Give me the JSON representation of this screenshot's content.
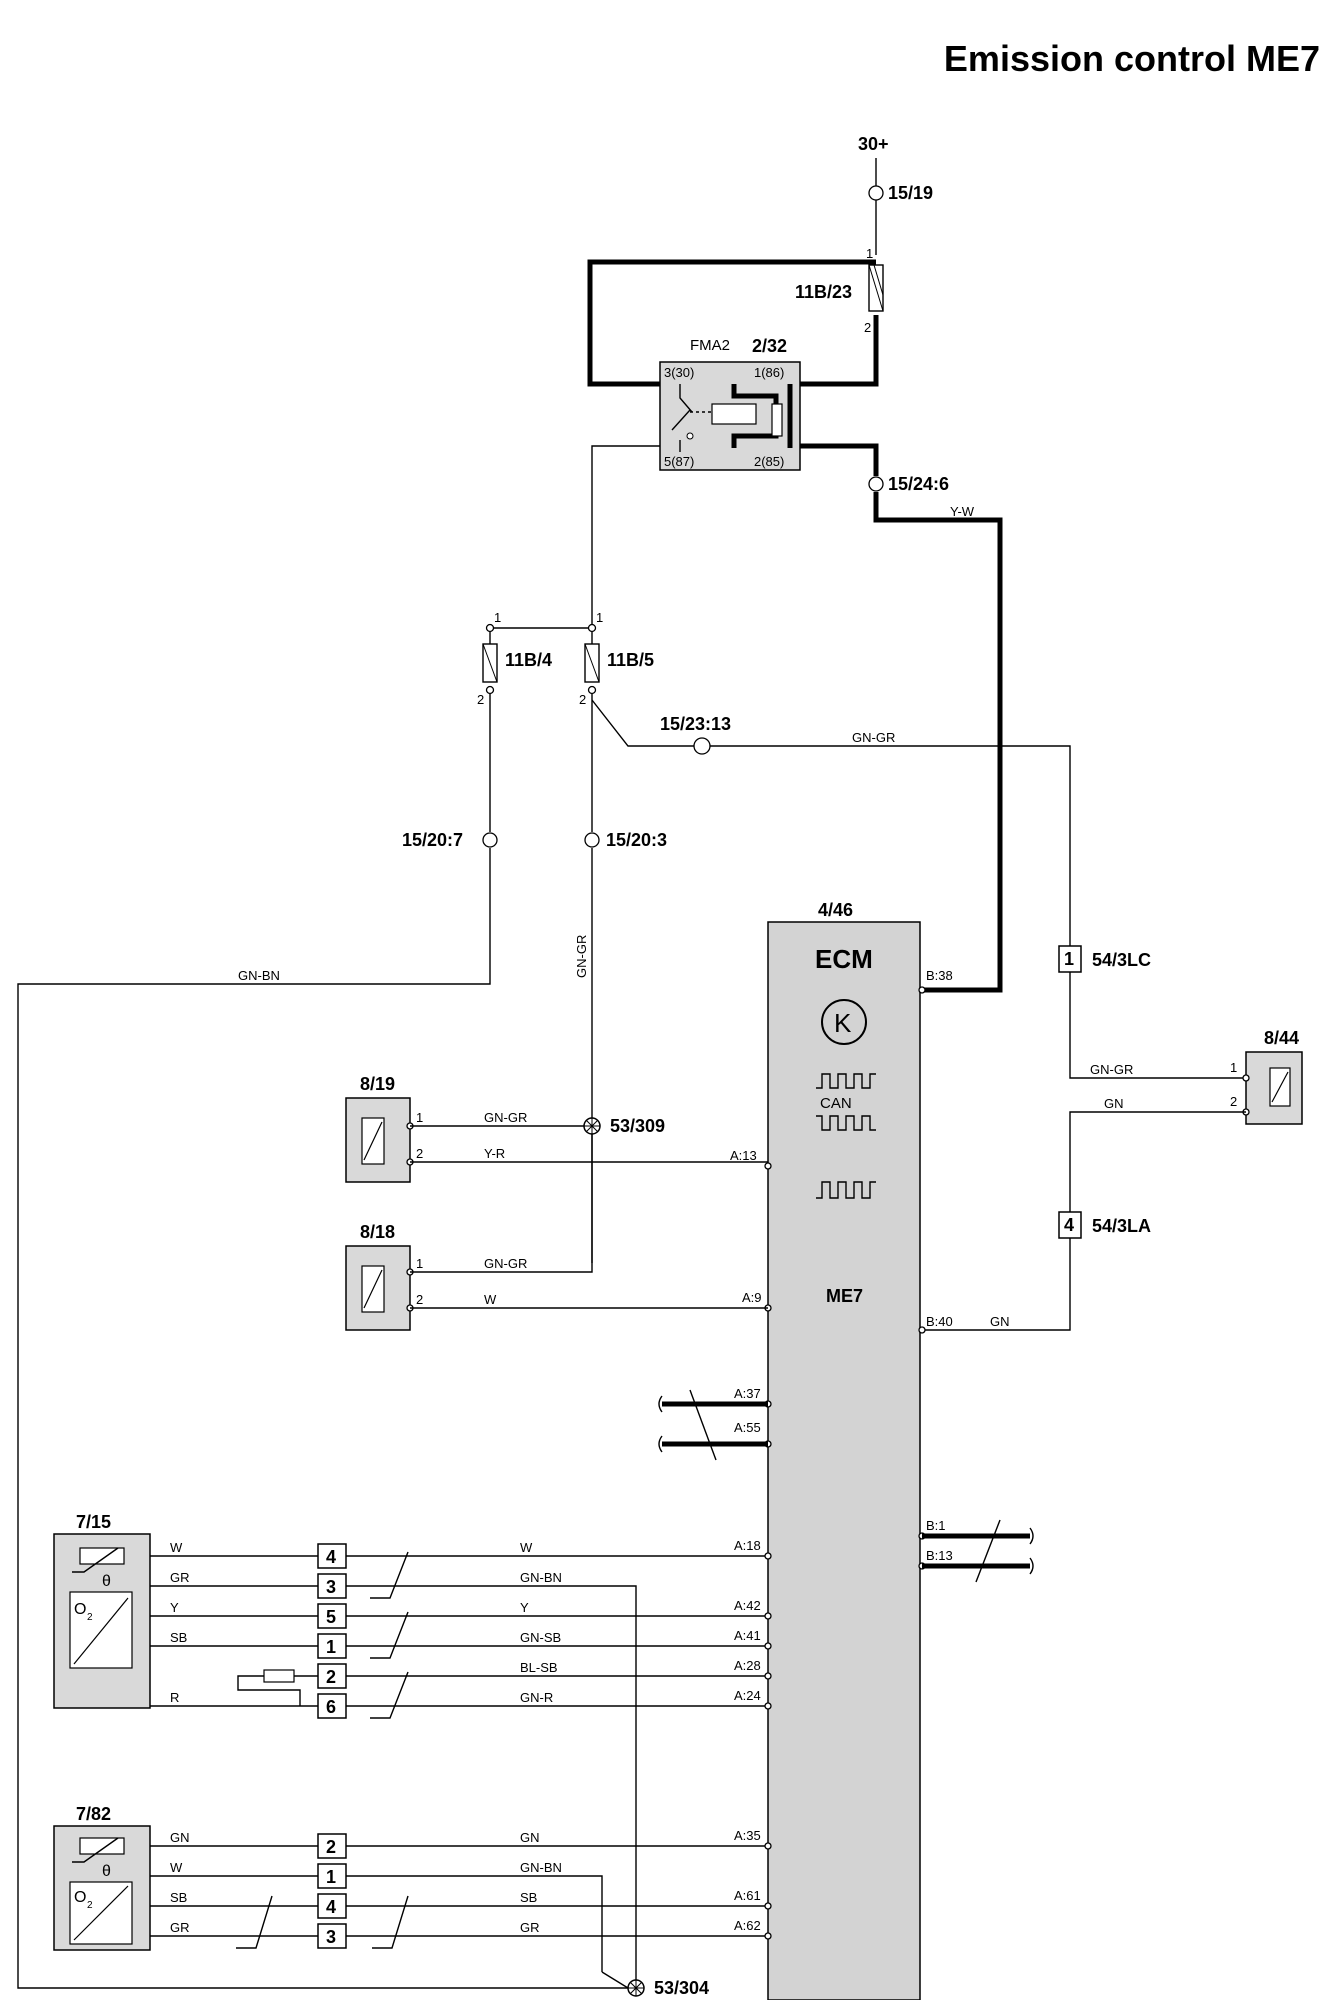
{
  "title": "Emission control ME7",
  "supply": {
    "label": "30+"
  },
  "nodes": {
    "n15_19": "15/19",
    "n15_24_6": "15/24:6",
    "n15_23_13": "15/23:13",
    "n15_20_7": "15/20:7",
    "n15_20_3": "15/20:3",
    "n53_309": "53/309",
    "n53_304": "53/304"
  },
  "fuses": {
    "f11b_23": "11B/23",
    "f11b_4": "11B/4",
    "f11b_5": "11B/5",
    "pin1": "1",
    "pin2": "2"
  },
  "relay": {
    "id": "2/32",
    "name": "FMA2",
    "pin_30": "3(30)",
    "pin_86": "1(86)",
    "pin_87": "5(87)",
    "pin_85": "2(85)"
  },
  "ecm": {
    "id": "4/46",
    "name": "ECM",
    "can_label": "CAN",
    "model": "ME7",
    "pins": {
      "b38": "B:38",
      "a13": "A:13",
      "a9": "A:9",
      "b40": "B:40",
      "a37": "A:37",
      "a55": "A:55",
      "b1": "B:1",
      "b13": "B:13",
      "a18": "A:18",
      "a42": "A:42",
      "a41": "A:41",
      "a28": "A:28",
      "a24": "A:24",
      "a35": "A:35",
      "a61": "A:61",
      "a62": "A:62"
    }
  },
  "connectors": {
    "c54_3lc": {
      "label": "54/3LC",
      "pin": "1"
    },
    "c54_3la": {
      "label": "54/3LA",
      "pin": "4"
    }
  },
  "components": {
    "c8_44": {
      "id": "8/44",
      "pin1": "1",
      "pin2": "2"
    },
    "c8_19": {
      "id": "8/19",
      "pin1": "1",
      "pin2": "2"
    },
    "c8_18": {
      "id": "8/18",
      "pin1": "1",
      "pin2": "2"
    },
    "c7_15": {
      "id": "7/15",
      "theta": "θ",
      "o2": "O",
      "o2sub": "2"
    },
    "c7_82": {
      "id": "7/82",
      "theta": "θ",
      "o2": "O",
      "o2sub": "2"
    }
  },
  "wires": {
    "y_w": "Y-W",
    "gn_gr": "GN-GR",
    "gn_bn": "GN-BN",
    "gn": "GN",
    "y_r": "Y-R",
    "w": "W",
    "gr": "GR",
    "y": "Y",
    "sb": "SB",
    "r": "R",
    "gn_sb": "GN-SB",
    "bl_sb": "BL-SB",
    "gn_r": "GN-R"
  },
  "terminals_7_15": [
    "4",
    "3",
    "5",
    "1",
    "2",
    "6"
  ],
  "terminals_7_82": [
    "2",
    "1",
    "4",
    "3"
  ]
}
